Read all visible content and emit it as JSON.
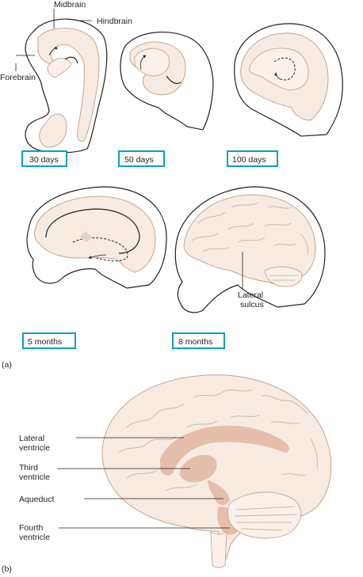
{
  "panel_a": {
    "tag": "(a)",
    "stages": [
      {
        "label": "30 days"
      },
      {
        "label": "50 days"
      },
      {
        "label": "100 days"
      },
      {
        "label": "5 months"
      },
      {
        "label": "8 months"
      }
    ],
    "embryo_labels": {
      "midbrain": "Midbrain",
      "hindbrain": "Hindbrain",
      "forebrain": "Forebrain"
    },
    "lateral_sulcus": {
      "line1": "Lateral",
      "line2": "sulcus"
    }
  },
  "panel_b": {
    "tag": "(b)",
    "labels": {
      "lateral_ventricle": {
        "line1": "Lateral",
        "line2": "ventricle"
      },
      "third_ventricle": {
        "line1": "Third",
        "line2": "ventricle"
      },
      "aqueduct": "Aqueduct",
      "fourth_ventricle": {
        "line1": "Fourth",
        "line2": "ventricle"
      }
    }
  },
  "colors": {
    "accent_box": "#00a3c4",
    "brain_fill": "#f7ebe2",
    "ventricle": "#e2b9a6"
  }
}
